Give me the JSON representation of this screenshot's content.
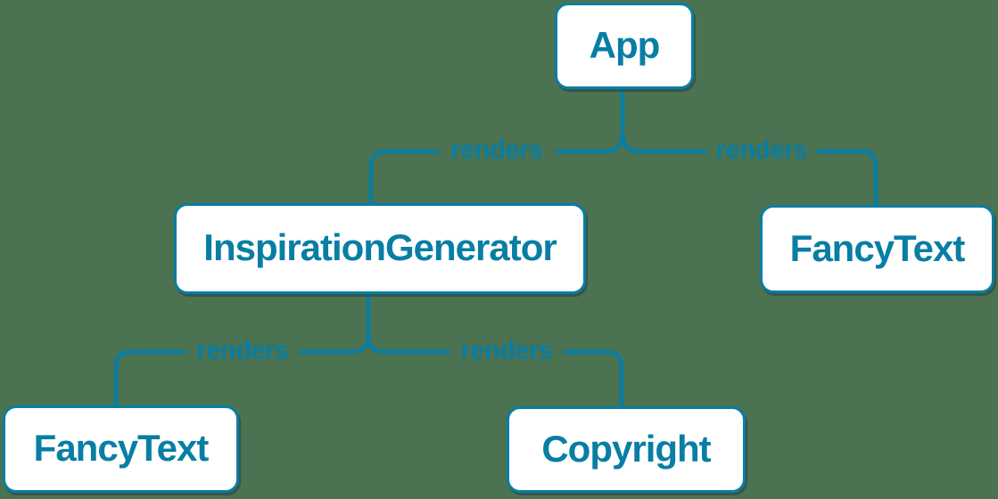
{
  "diagram": {
    "type": "component-render-tree",
    "background_color": "#4b7251",
    "accent_color": "#087ea4",
    "node_fill": "#ffffff",
    "nodes": [
      {
        "id": "app",
        "label": "App"
      },
      {
        "id": "inspiration-generator",
        "label": "InspirationGenerator"
      },
      {
        "id": "fancy-text-top",
        "label": "FancyText"
      },
      {
        "id": "fancy-text-bottom",
        "label": "FancyText"
      },
      {
        "id": "copyright",
        "label": "Copyright"
      }
    ],
    "edges": [
      {
        "from": "App",
        "to": "InspirationGenerator",
        "label": "renders"
      },
      {
        "from": "App",
        "to": "FancyText",
        "label": "renders"
      },
      {
        "from": "InspirationGenerator",
        "to": "FancyText",
        "label": "renders"
      },
      {
        "from": "InspirationGenerator",
        "to": "Copyright",
        "label": "renders"
      }
    ]
  }
}
